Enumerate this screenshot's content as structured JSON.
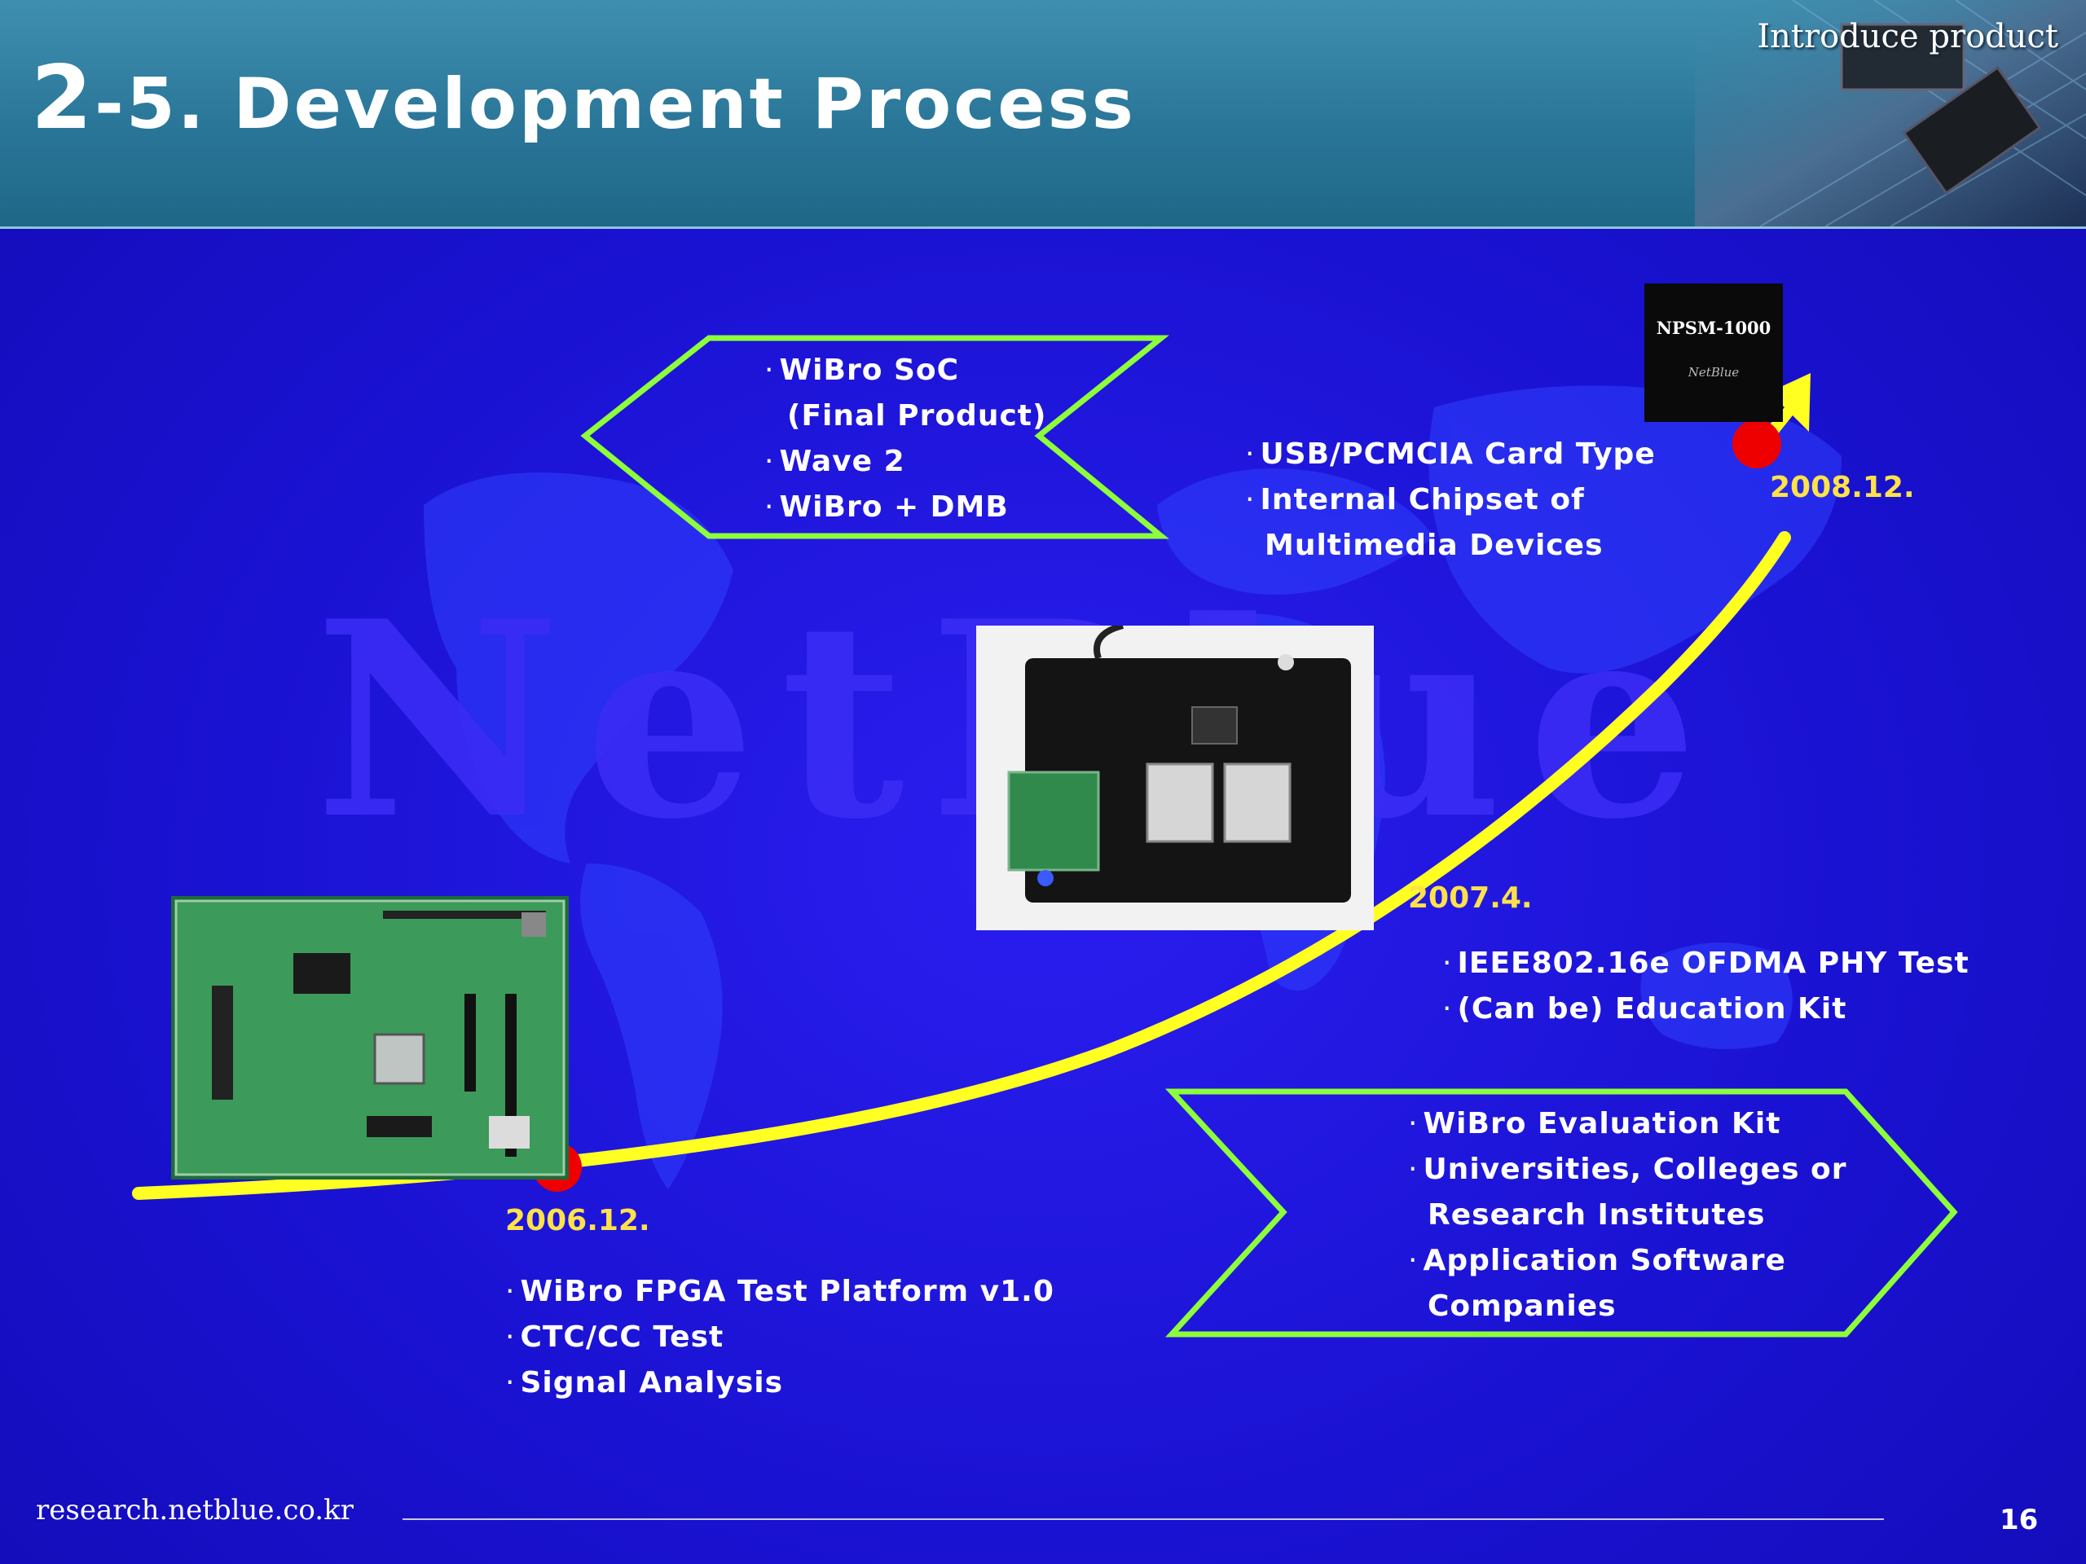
{
  "header": {
    "title_num": "2",
    "title_rest": "-5. Development Process",
    "subtitle": "Introduce product"
  },
  "watermark": "NetBlue",
  "product_chip": {
    "label": "NPSM-1000",
    "brand": "NetBlue"
  },
  "boxes": {
    "top_left": [
      "WiBro SoC",
      "(Final Product)",
      "Wave 2",
      "WiBro + DMB"
    ],
    "bottom_right": [
      "WiBro Evaluation Kit",
      "Universities, Colleges or",
      "Research Institutes",
      "Application Software",
      "Companies"
    ]
  },
  "milestones": [
    {
      "date": "2006.12.",
      "items": [
        "WiBro FPGA Test Platform v1.0",
        "CTC/CC Test",
        "Signal Analysis"
      ]
    },
    {
      "date": "2007.4.",
      "items": [
        "IEEE802.16e OFDMA PHY Test",
        "(Can be) Education Kit"
      ]
    },
    {
      "date": "2008.12.",
      "items": [
        "USB/PCMCIA Card Type",
        "Internal Chipset of",
        "Multimedia Devices"
      ]
    }
  ],
  "footer": {
    "url": "research.netblue.co.kr",
    "page": "16"
  },
  "colors": {
    "background": "#1c14d6",
    "curve": "#ffff22",
    "marker": "#ee0000",
    "date": "#ffe24a",
    "box_border": "#8dff3a"
  }
}
